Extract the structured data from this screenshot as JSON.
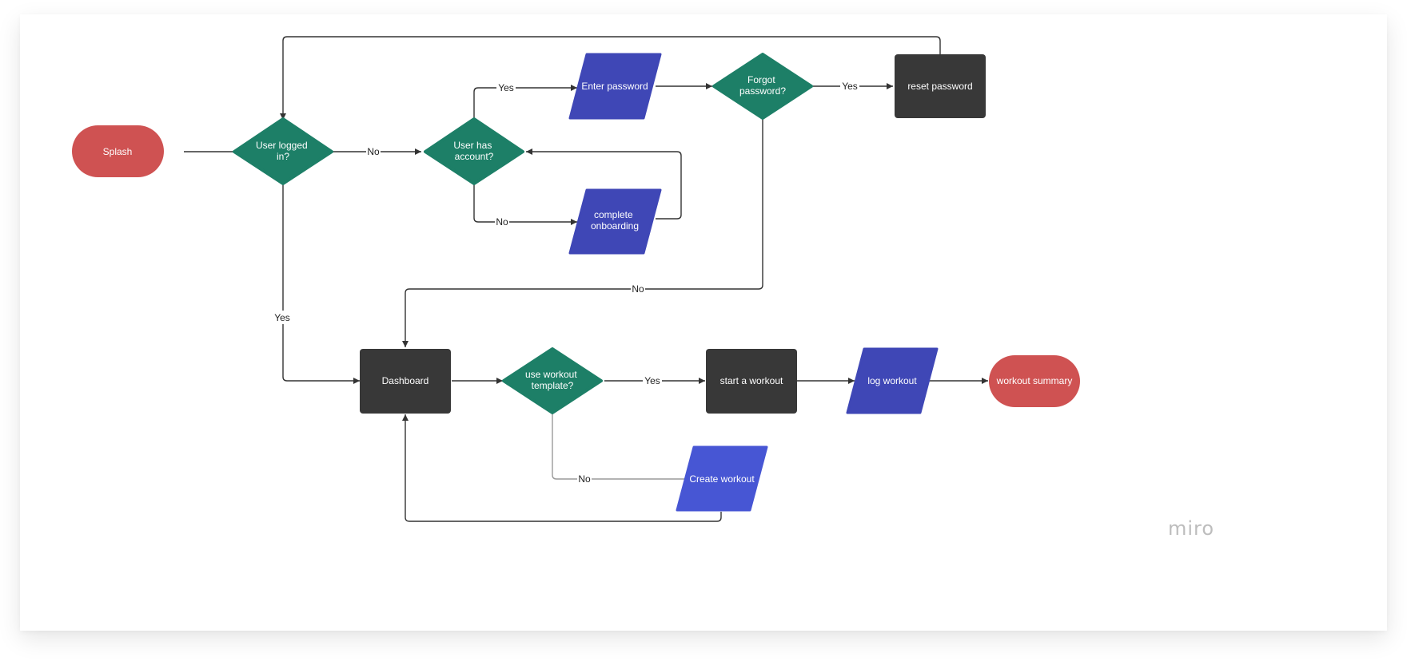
{
  "colors": {
    "terminator": "#cf5252",
    "decision": "#1d7f67",
    "process": "#383838",
    "io": "#3f47b6",
    "io_light": "#4756d4",
    "edge": "#333333",
    "edge_light": "#9a9a9a",
    "logo": "#bdbdbd"
  },
  "nodes": {
    "splash": {
      "label": "Splash"
    },
    "user_logged_in": {
      "line1": "User logged",
      "line2": "in?"
    },
    "user_has_account": {
      "line1": "User has",
      "line2": "account?"
    },
    "enter_password": {
      "label": "Enter password"
    },
    "forgot_password": {
      "line1": "Forgot",
      "line2": "password?"
    },
    "reset_password": {
      "label": "reset password"
    },
    "complete_onboarding": {
      "line1": "complete",
      "line2": "onboarding"
    },
    "dashboard": {
      "label": "Dashboard"
    },
    "use_workout_template": {
      "line1": "use workout",
      "line2": "template?"
    },
    "start_workout": {
      "label": "start a workout"
    },
    "log_workout": {
      "label": "log workout"
    },
    "workout_summary": {
      "label": "workout summary"
    },
    "create_workout": {
      "label": "Create workout"
    }
  },
  "edges": {
    "logged_in_no": "No",
    "logged_in_yes": "Yes",
    "has_account_yes": "Yes",
    "has_account_no": "No",
    "forgot_yes": "Yes",
    "forgot_no": "No",
    "template_yes": "Yes",
    "template_no": "No"
  },
  "brand": {
    "logo": "miro"
  }
}
